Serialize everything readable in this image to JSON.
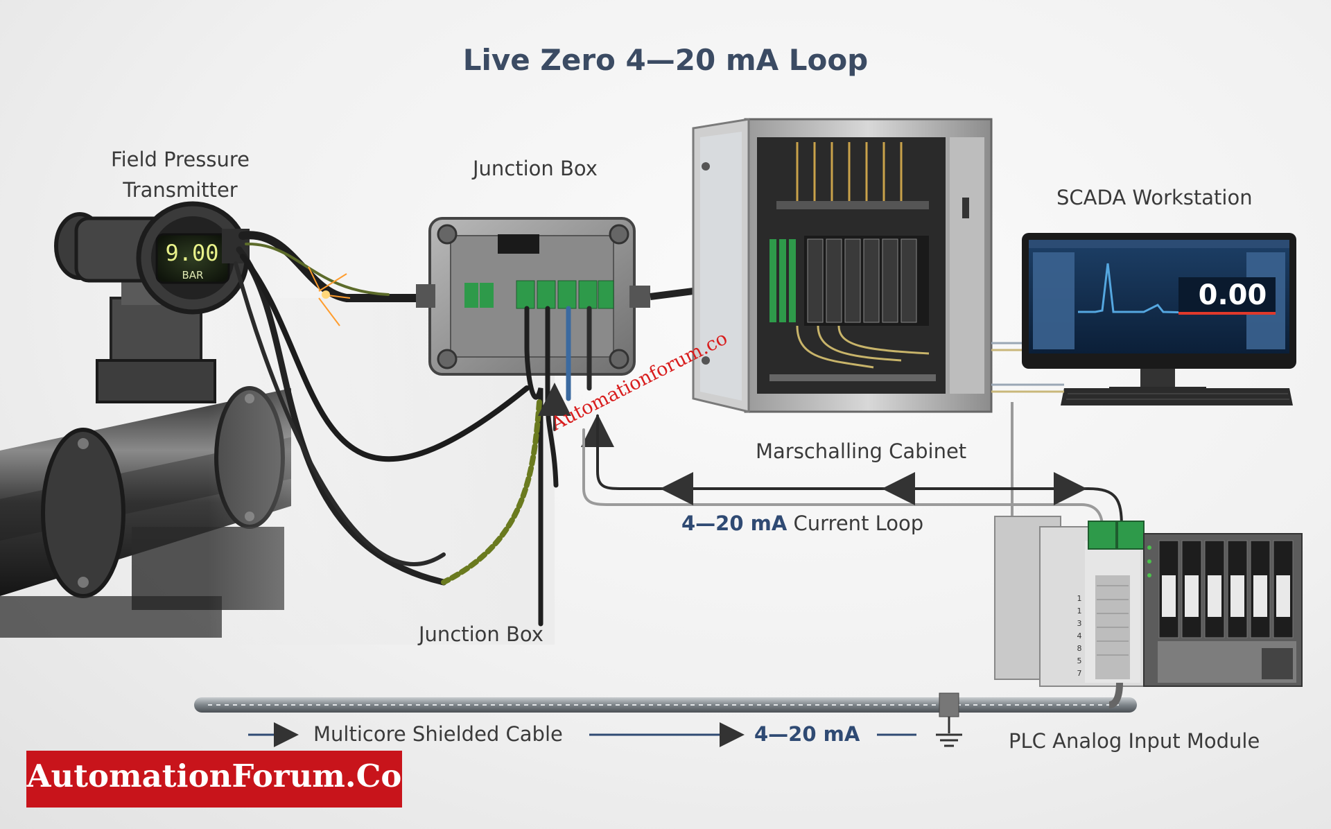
{
  "title": "Live Zero 4—20 mA Loop",
  "labels": {
    "transmitter_line1": "Field Pressure",
    "transmitter_line2": "Transmitter",
    "junction_box_top": "Junction Box",
    "scada": "SCADA Workstation",
    "marshalling": "Marschalling Cabinet",
    "loop_value": "4—20 mA",
    "loop_text": "Current Loop",
    "junction_box_bottom": "Junction Box",
    "cable": "Multicore Shielded Cable",
    "cable_signal": "4—20 mA",
    "plc": "PLC Analog Input Module"
  },
  "transmitter_display": {
    "value": "9.00",
    "unit": "BAR"
  },
  "scada_display": {
    "value": "0.00"
  },
  "plc_channels": [
    "1",
    "1",
    "3",
    "4",
    "8",
    "5",
    "7"
  ],
  "watermark": "Automationforum.co",
  "brand": "AutomationForum.Co",
  "colors": {
    "title": "#3b4b63",
    "loop_accent": "#2f4a73",
    "brand_bg": "#c8141b",
    "watermark": "#d81d1d",
    "terminal_green": "#2e9a4a",
    "scada_trend": "#55a7e0",
    "alarm_red": "#e0392b"
  }
}
